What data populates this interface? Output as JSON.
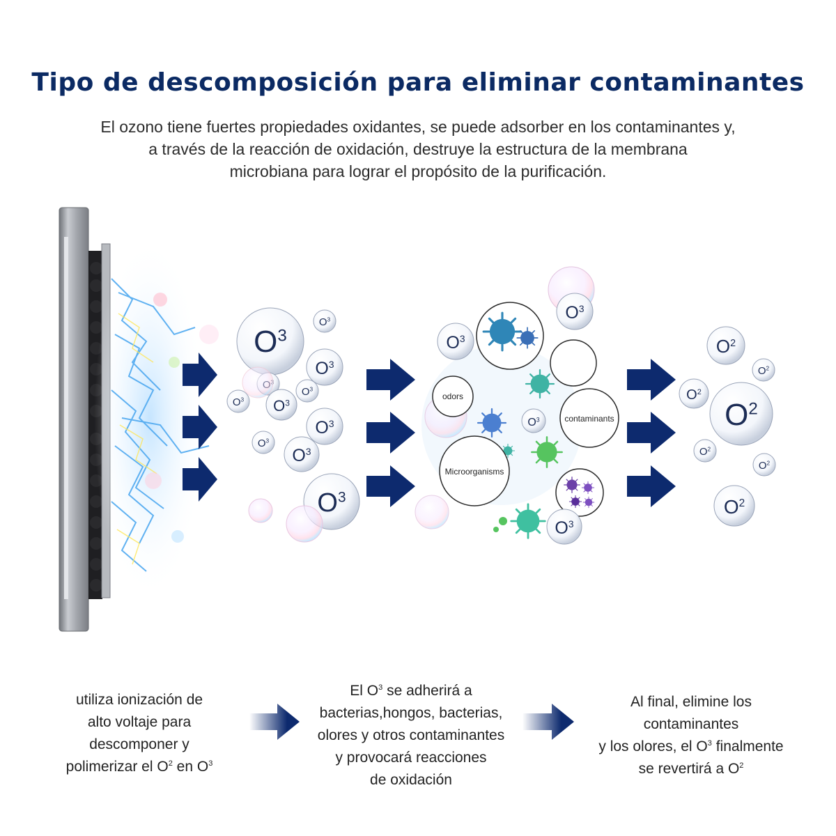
{
  "title": "Tipo de descomposición para eliminar contaminantes",
  "intro": {
    "line1": "El ozono tiene fuertes propiedades oxidantes, se puede adsorber en los contaminantes y,",
    "line2": "a través de la reacción de oxidación, destruye la estructura de la membrana",
    "line3": "microbiana para lograr el propósito de la purificación."
  },
  "molecules": {
    "o3": "O3",
    "o2": "O2"
  },
  "labels": {
    "odors": "odors",
    "contaminants": "contaminants",
    "microorganisms": "Microorganisms"
  },
  "captions": {
    "step1": {
      "line1": "utiliza ionización de",
      "line2": "alto voltaje para",
      "line3": "descomponer y",
      "line4_pre": "polimerizar el O",
      "line4_sup1": "2",
      "line4_mid": " en O",
      "line4_sup2": "3"
    },
    "step2": {
      "line1_pre": "El O",
      "line1_sup": "3",
      "line1_post": " se adherirá a",
      "line2": "bacterias,hongos, bacterias,",
      "line3": "olores y otros contaminantes",
      "line4": "y provocará reacciones",
      "line5": "de oxidación"
    },
    "step3": {
      "line1": "Al final, elimine los",
      "line2": "contaminantes",
      "line3_pre": "y los olores, el O",
      "line3_sup": "3",
      "line3_post": " finalmente",
      "line4_pre": "se revertirá a O",
      "line4_sup": "2"
    }
  },
  "colors": {
    "title": "#0b2a63",
    "arrow": "#0d2a6e",
    "device": "#9a9da3",
    "spark": "#4fa9f0"
  }
}
